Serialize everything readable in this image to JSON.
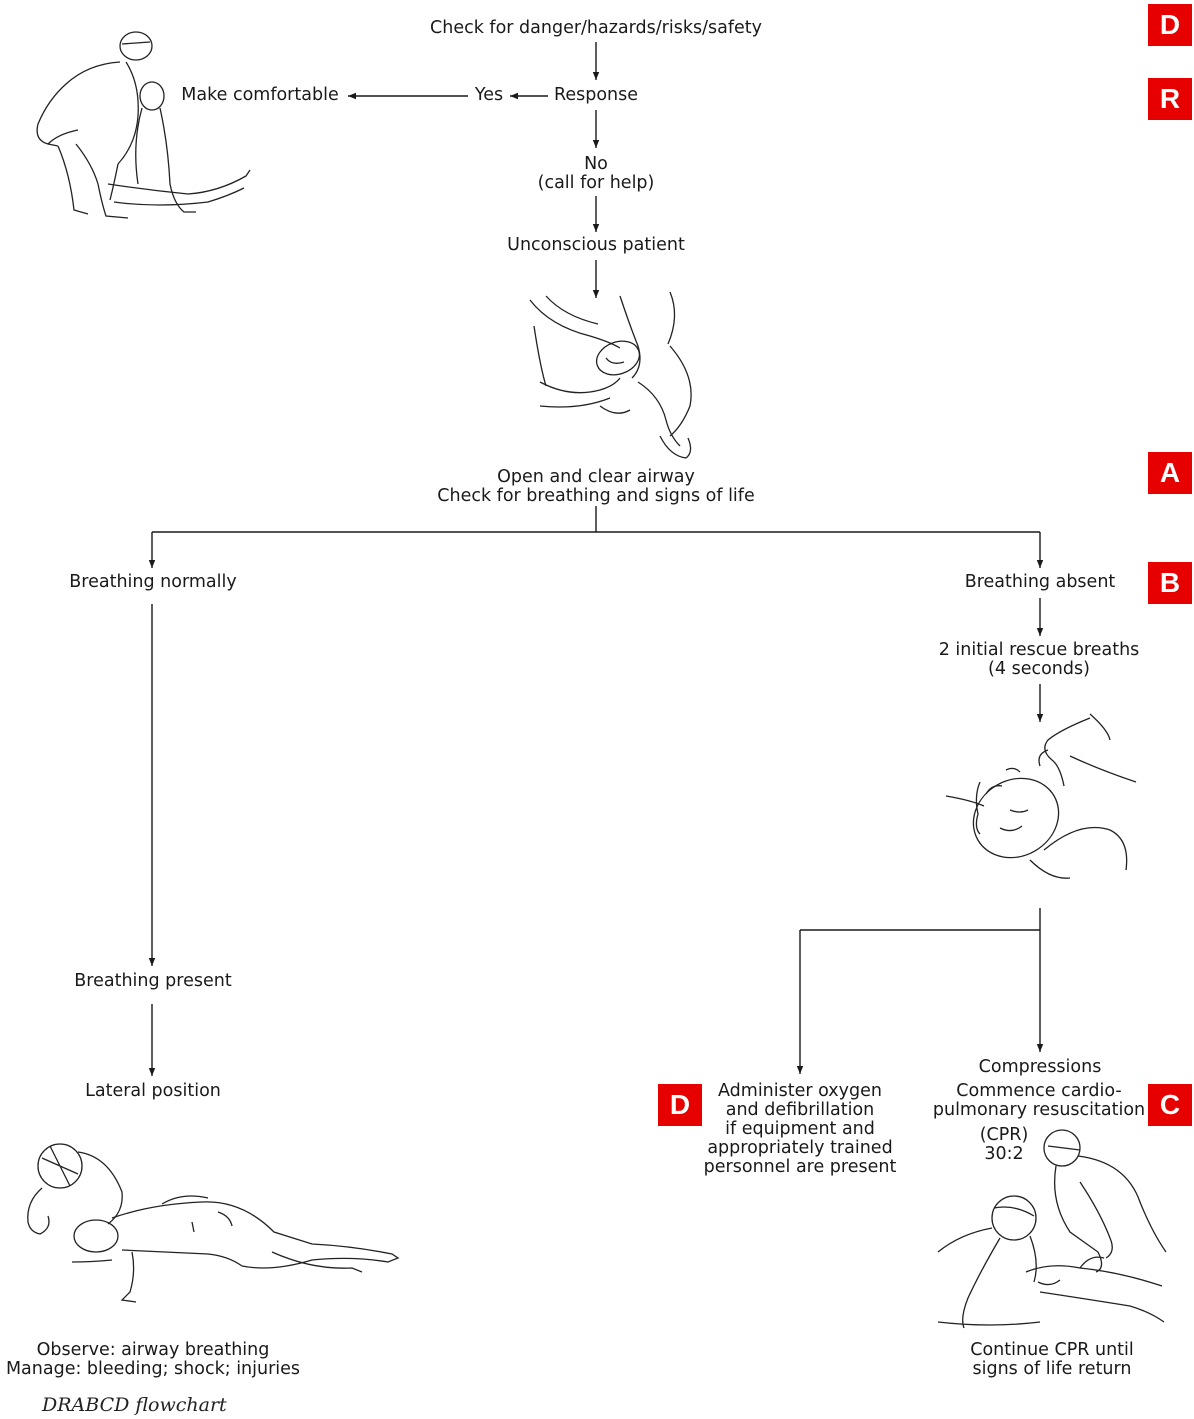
{
  "colors": {
    "badge_bg": "#e60000",
    "badge_text": "#ffffff",
    "line": "#1a1a1a"
  },
  "badges": {
    "d_top": "D",
    "r": "R",
    "a": "A",
    "b": "B",
    "c": "C",
    "d_bottom": "D"
  },
  "nodes": {
    "check_danger": "Check for danger/hazards/risks/safety",
    "response": "Response",
    "yes": "Yes",
    "make_comfortable": "Make comfortable",
    "no": "No",
    "call_for_help": "(call for help)",
    "unconscious": "Unconscious patient",
    "open_airway_1": "Open and clear airway",
    "open_airway_2": "Check for breathing and signs of life",
    "breathing_normally": "Breathing normally",
    "breathing_absent": "Breathing absent",
    "rescue_breaths_1": "2 initial rescue breaths",
    "rescue_breaths_2": "(4 seconds)",
    "breathing_present": "Breathing present",
    "lateral_position": "Lateral position",
    "observe": "Observe: airway breathing",
    "manage": "Manage: bleeding; shock; injuries",
    "oxygen_1": "Administer oxygen",
    "oxygen_2": "and defibrillation",
    "oxygen_3": "if equipment and",
    "oxygen_4": "appropriately trained",
    "oxygen_5": "personnel are present",
    "compressions": "Compressions",
    "cpr_1": "Commence cardio-",
    "cpr_2": "pulmonary resuscitation",
    "cpr_3": "(CPR)",
    "cpr_4": "30:2",
    "continue_1": "Continue CPR until",
    "continue_2": "signs of life return"
  },
  "caption": "DRABCD flowchart",
  "illustrations": {
    "top_left": "rescuer-kneeling-over-patient-illustration",
    "airway": "airway-check-illustration",
    "rescue_breath": "rescue-breath-illustration",
    "recovery_position": "recovery-position-illustration",
    "cpr": "cpr-illustration"
  }
}
